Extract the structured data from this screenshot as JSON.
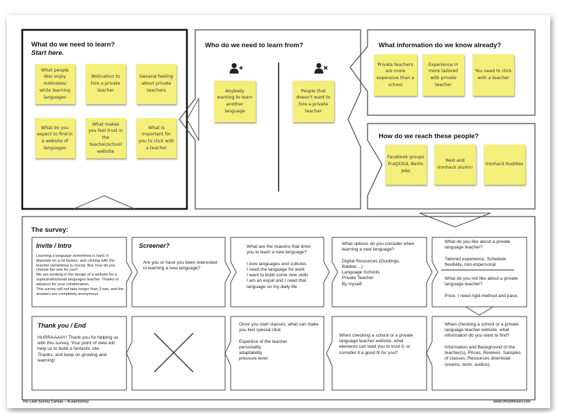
{
  "learn": {
    "title": "What do we need to learn?",
    "subtitle": "Start here.",
    "notes": [
      "What people like/ enjoy motivates/ while learning languages",
      "Motivation to hire a private teacher",
      "General feeling about private teachers",
      "What do you expect to find in a website of languages",
      "What makes you feel trust in the teacher/school website",
      "What is important for you to click with a teacher"
    ]
  },
  "who": {
    "title": "Who do we need to learn from?",
    "include_icon": "user-plus-icon",
    "exclude_icon": "user-x-icon",
    "include_note": "Anybody wanting to learn another language",
    "exclude_note": "People that doesn't want to hire a private teacher"
  },
  "know": {
    "title": "What information do we know already?",
    "notes": [
      "Private teachers are more expensive than a school",
      "Experience in more tailored with private teacher",
      "You need to click with a teacher"
    ]
  },
  "reach": {
    "title": "How do we reach these people?",
    "notes": [
      "Facebook groups FratJXXUL Berlin Jobs",
      "Reid and Ironhack alumni",
      "Ironhack buddies"
    ]
  },
  "survey": {
    "title": "The survey:",
    "invite_title": "Invite / Intro",
    "invite_text": "Learning a language sometimes is hard. It depends on a lot factors, and clicking with the teacher sometimes is crucial. But, how do you choose the one for you?\nWe are working in the design of a website for a superprofessional languages teacher. Thanks in advance for your collaboration.\nThis survey will not take longer than 3 min, and the answers are completely anonymous",
    "screener_title": "Screener?",
    "screener_text": "Are you or have you been interested in learning a new language?",
    "q1": "What are the reasons that drive you to learn a new language?\n\nI love languages and cultures\nI need the language for work\nI want to build some new skills\nI am an expat and I need that language on my daily life",
    "q2": "What options do you consider when learning a new language?\n\nDigital Resources (Duolingo, Babbel,...)\nLanguage Schools\nPrivate Teacher\nBy myself",
    "q3a": "What do you like about a private language teacher?\n\nTailored experience, Schedule flexibility, non-impersonal",
    "q3b": "What do you not like about a private language teacher?\n\nPrice, I need rigid method and pace,",
    "q4": "When checking a school or a private language teacher website, what information do you want to find?\n\nInformation and Background of the teacher(s), Prices, Reviews, Samples of classes, Resources download (exams, tests, audios),",
    "q5": "When checking a school or a private language teacher website, what elements can lead you to trust it, or consider it a good fit for you?",
    "q6": "Once you start classes, what can make you feel special click\n\nExpertice of the teacher\npersonality\nadaptability\npressure level",
    "thanks_title": "Thank you / End",
    "thanks_text": "HURRAAAAY! Thank you for helping us with this survey. Your point of view will help us to build a fantastic site.\nThanks, and keep on growing and learning!"
  },
  "footer": {
    "left": "The Lean Survey Canvas – #LeanSurvey",
    "right": "www.christheleeil.com"
  }
}
